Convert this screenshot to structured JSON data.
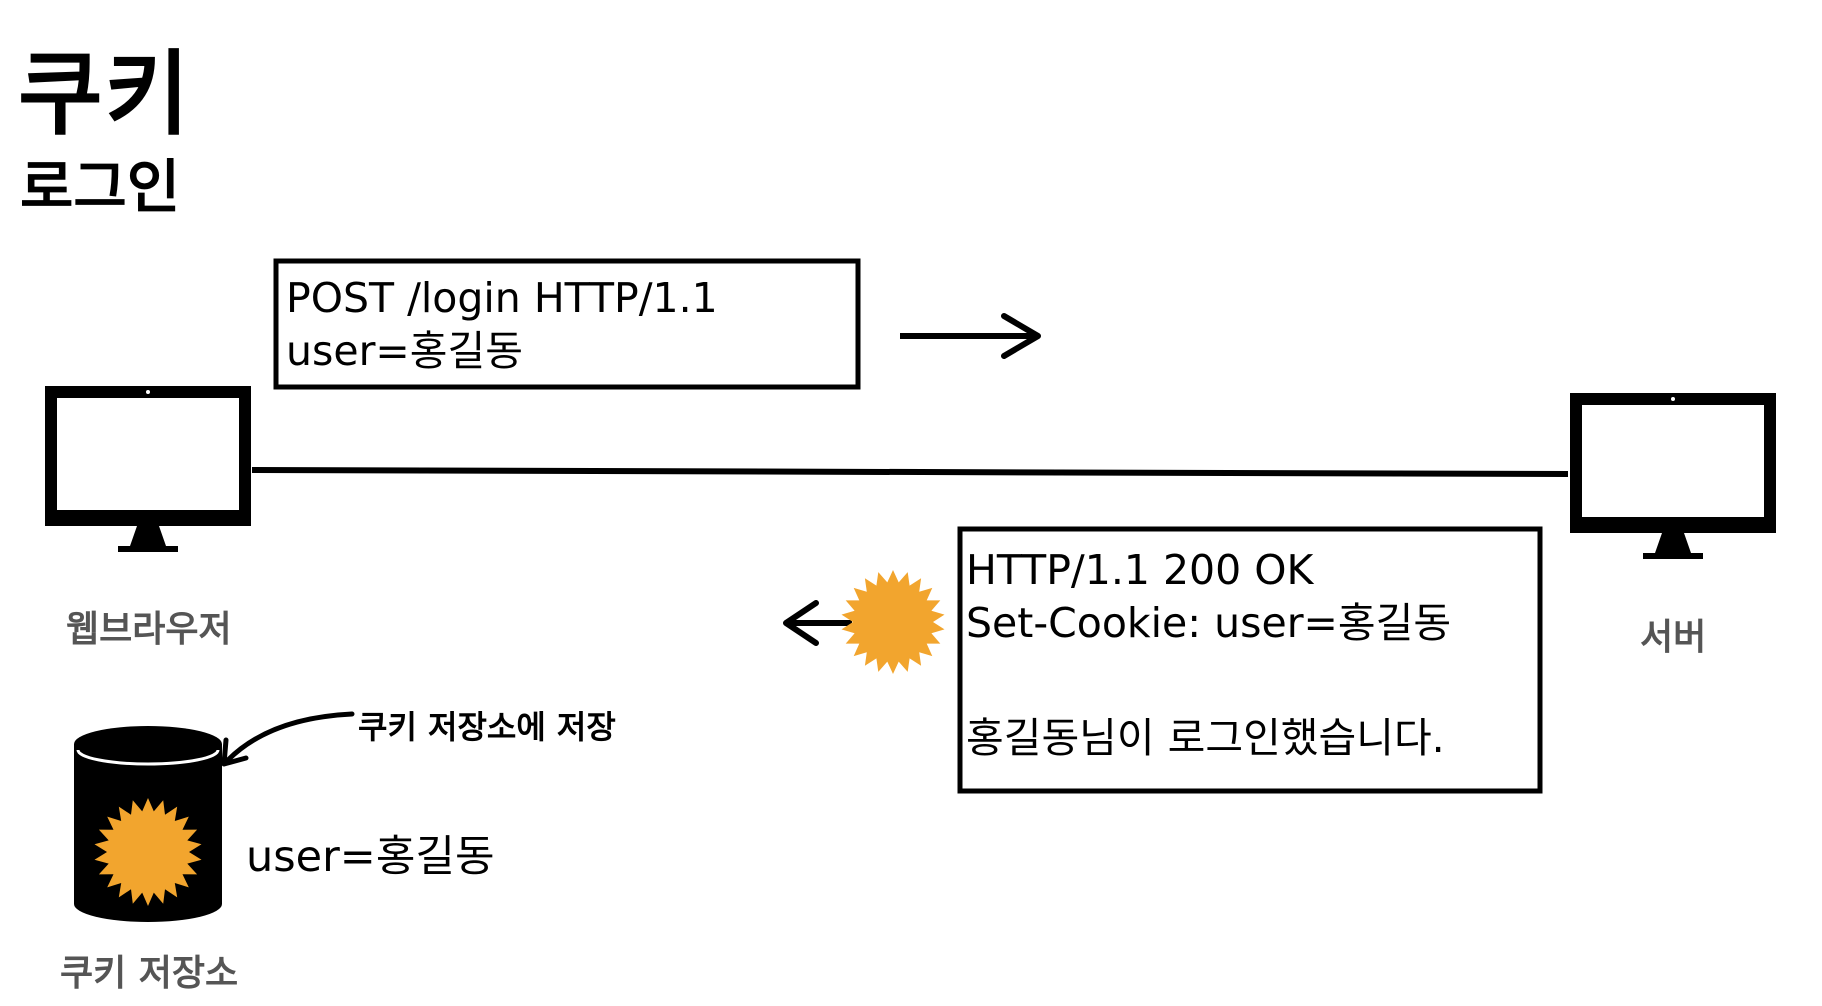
{
  "header": {
    "title": "쿠키",
    "subtitle": "로그인"
  },
  "request": {
    "line1": "POST /login HTTP/1.1",
    "line2": "user=홍길동"
  },
  "response": {
    "line1": "HTTP/1.1 200 OK",
    "line2": "Set-Cookie: user=홍길동",
    "body": "홍길동님이 로그인했습니다."
  },
  "nodes": {
    "browser_label": "웹브라우저",
    "server_label": "서버",
    "storage_label": "쿠키 저장소"
  },
  "annotation": {
    "save_note": "쿠키 저장소에 저장",
    "stored_value": "user=홍길동"
  },
  "colors": {
    "cookie": "#F2A52E",
    "ink": "#000000",
    "label": "#555555"
  },
  "icons": [
    "browser-monitor-icon",
    "server-monitor-icon",
    "cookie-icon",
    "database-icon",
    "arrow-right-icon",
    "arrow-left-icon",
    "curved-arrow-icon"
  ]
}
